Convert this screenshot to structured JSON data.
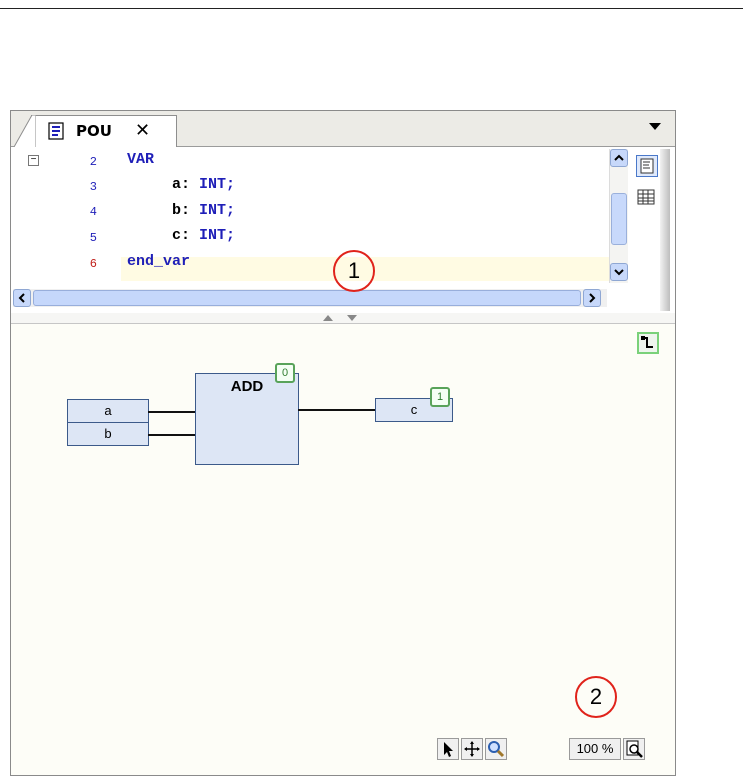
{
  "tab": {
    "label": "POU",
    "close": "✕"
  },
  "declaration": {
    "collapse_symbol": "−",
    "line_numbers": [
      "2",
      "3",
      "4",
      "5",
      "6"
    ],
    "lines": [
      {
        "parts": [
          {
            "text": "VAR",
            "cls": "kw"
          }
        ]
      },
      {
        "parts": [
          {
            "text": "     a: ",
            "cls": "ident"
          },
          {
            "text": "INT;",
            "cls": "kw"
          }
        ]
      },
      {
        "parts": [
          {
            "text": "     b: ",
            "cls": "ident"
          },
          {
            "text": "INT;",
            "cls": "kw"
          }
        ]
      },
      {
        "parts": [
          {
            "text": "     c: ",
            "cls": "ident"
          },
          {
            "text": "INT;",
            "cls": "kw"
          }
        ]
      },
      {
        "parts": [
          {
            "text": "end_var",
            "cls": "kw"
          }
        ]
      }
    ]
  },
  "fbd": {
    "inputs": [
      "a",
      "b"
    ],
    "block": {
      "label": "ADD",
      "index": "0"
    },
    "output": {
      "label": "c",
      "index": "1"
    }
  },
  "zoom": {
    "level": "100 %"
  },
  "callouts": [
    "1",
    "2"
  ],
  "colors": {
    "keyword": "#1f1fb8",
    "badge_border": "#59a35a",
    "callout": "#e0231b",
    "block_fill": "#dde6f5"
  }
}
